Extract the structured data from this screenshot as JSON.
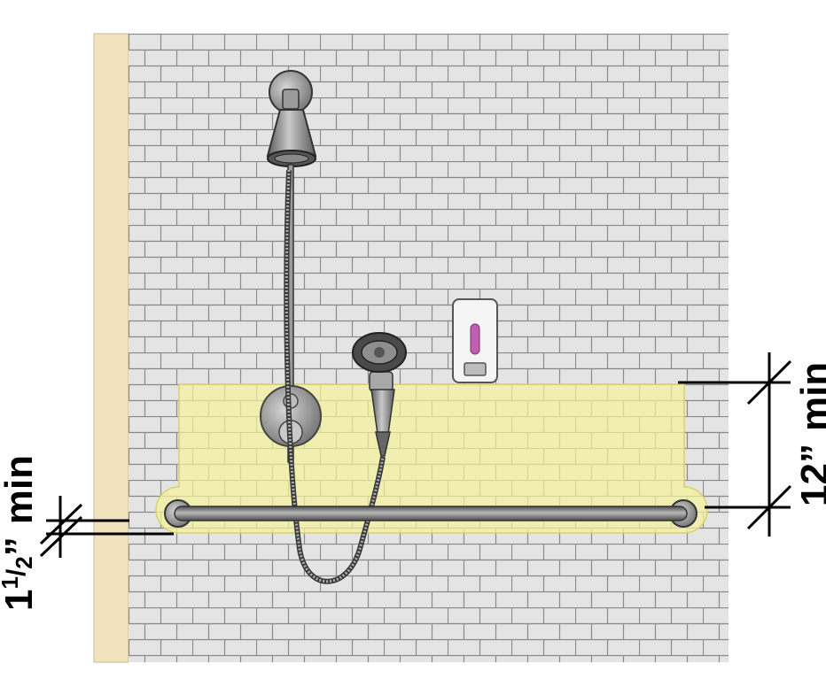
{
  "dimensions": {
    "clearance_above": {
      "value": "12",
      "unit": "”",
      "qualifier": "min"
    },
    "clearance_wall": {
      "whole": "1",
      "numerator": "1",
      "denominator": "2",
      "unit": "”",
      "qualifier": "min"
    }
  },
  "colors": {
    "tile": "#e4e4e4",
    "grout": "#8a8a8a",
    "side_wall": "#f2e2bd",
    "clear_zone": "#f5f39a",
    "dimension": "#000000",
    "fixture_metal": "#8f8f8f",
    "soap_accent": "#c060b0"
  },
  "icons": {
    "fixed_shower_head": "shower-head-icon",
    "hand_shower": "hand-shower-icon",
    "hose": "shower-hose-icon",
    "control_valve": "shower-valve-icon",
    "soap_dispenser": "soap-dispenser-icon",
    "grab_bar": "grab-bar-icon"
  }
}
